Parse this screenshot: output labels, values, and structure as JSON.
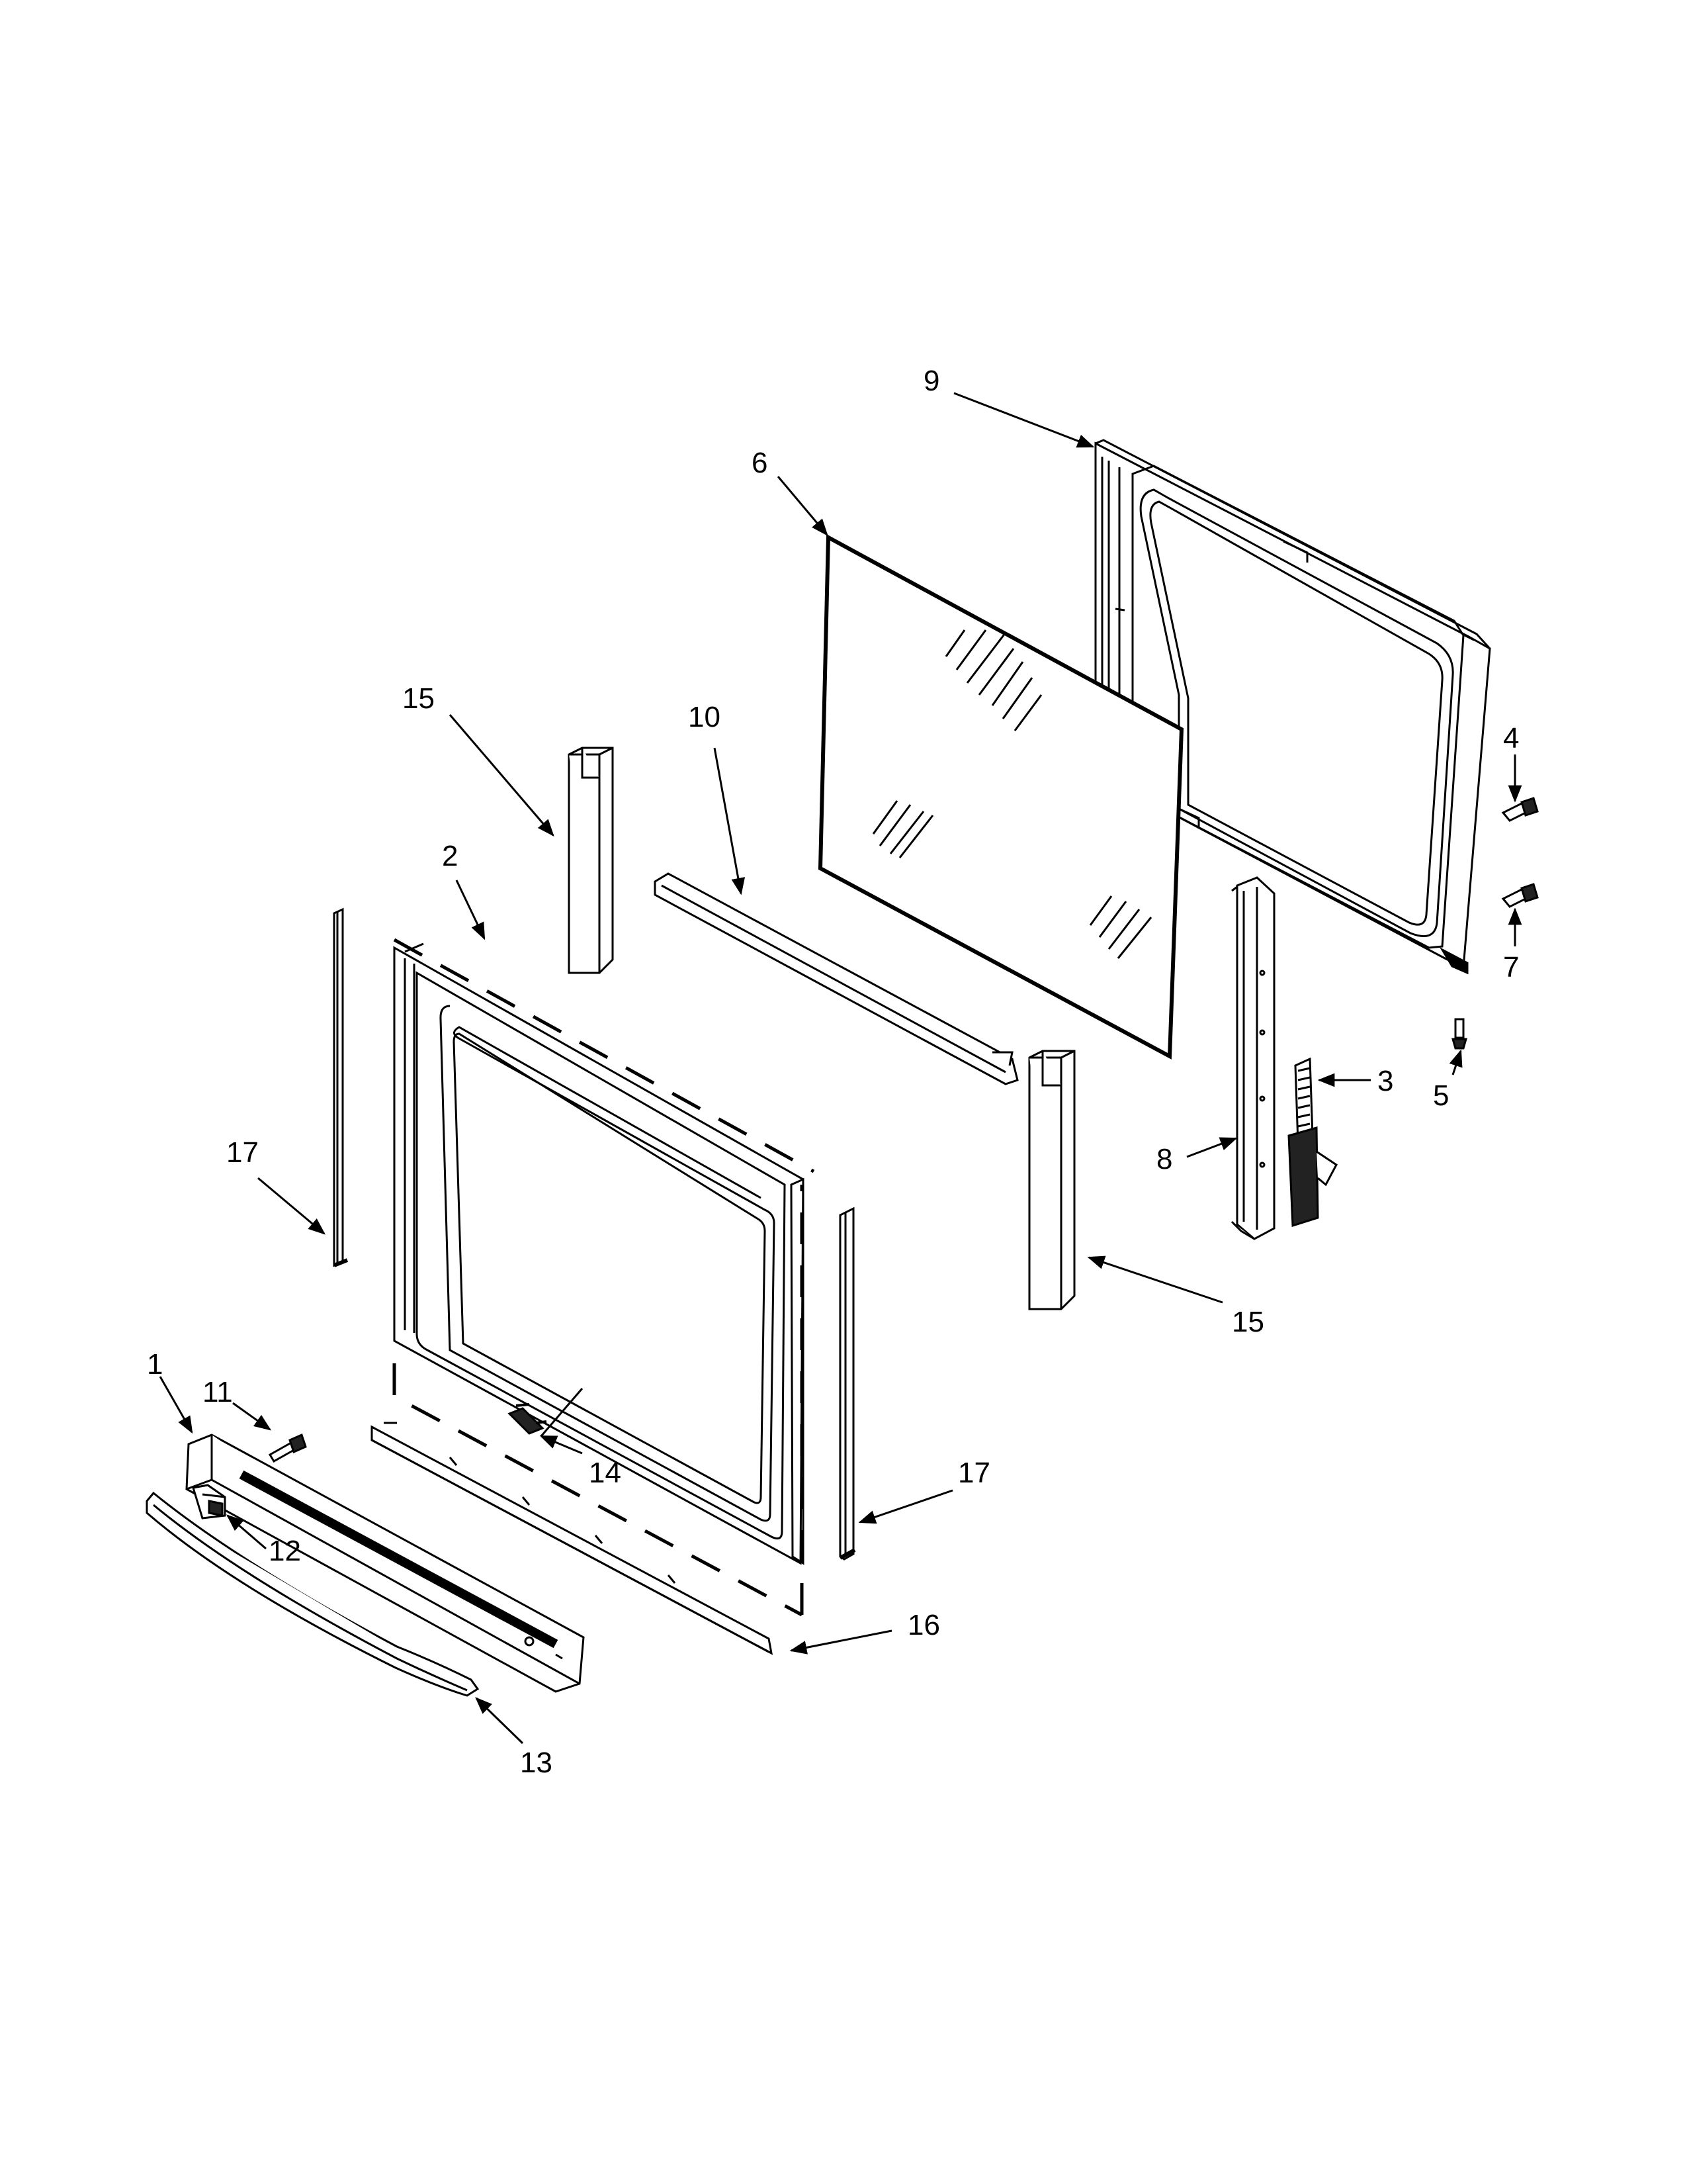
{
  "diagram": {
    "type": "exploded-parts-view",
    "callouts": [
      {
        "id": "callout-1",
        "text": "1"
      },
      {
        "id": "callout-2",
        "text": "2"
      },
      {
        "id": "callout-3",
        "text": "3"
      },
      {
        "id": "callout-4",
        "text": "4"
      },
      {
        "id": "callout-5",
        "text": "5"
      },
      {
        "id": "callout-6",
        "text": "6"
      },
      {
        "id": "callout-7",
        "text": "7"
      },
      {
        "id": "callout-8",
        "text": "8"
      },
      {
        "id": "callout-9",
        "text": "9"
      },
      {
        "id": "callout-10",
        "text": "10"
      },
      {
        "id": "callout-11",
        "text": "11"
      },
      {
        "id": "callout-12",
        "text": "12"
      },
      {
        "id": "callout-13",
        "text": "13"
      },
      {
        "id": "callout-14",
        "text": "14"
      },
      {
        "id": "callout-15a",
        "text": "15"
      },
      {
        "id": "callout-15b",
        "text": "15"
      },
      {
        "id": "callout-16",
        "text": "16"
      },
      {
        "id": "callout-17a",
        "text": "17"
      },
      {
        "id": "callout-17b",
        "text": "17"
      }
    ]
  }
}
